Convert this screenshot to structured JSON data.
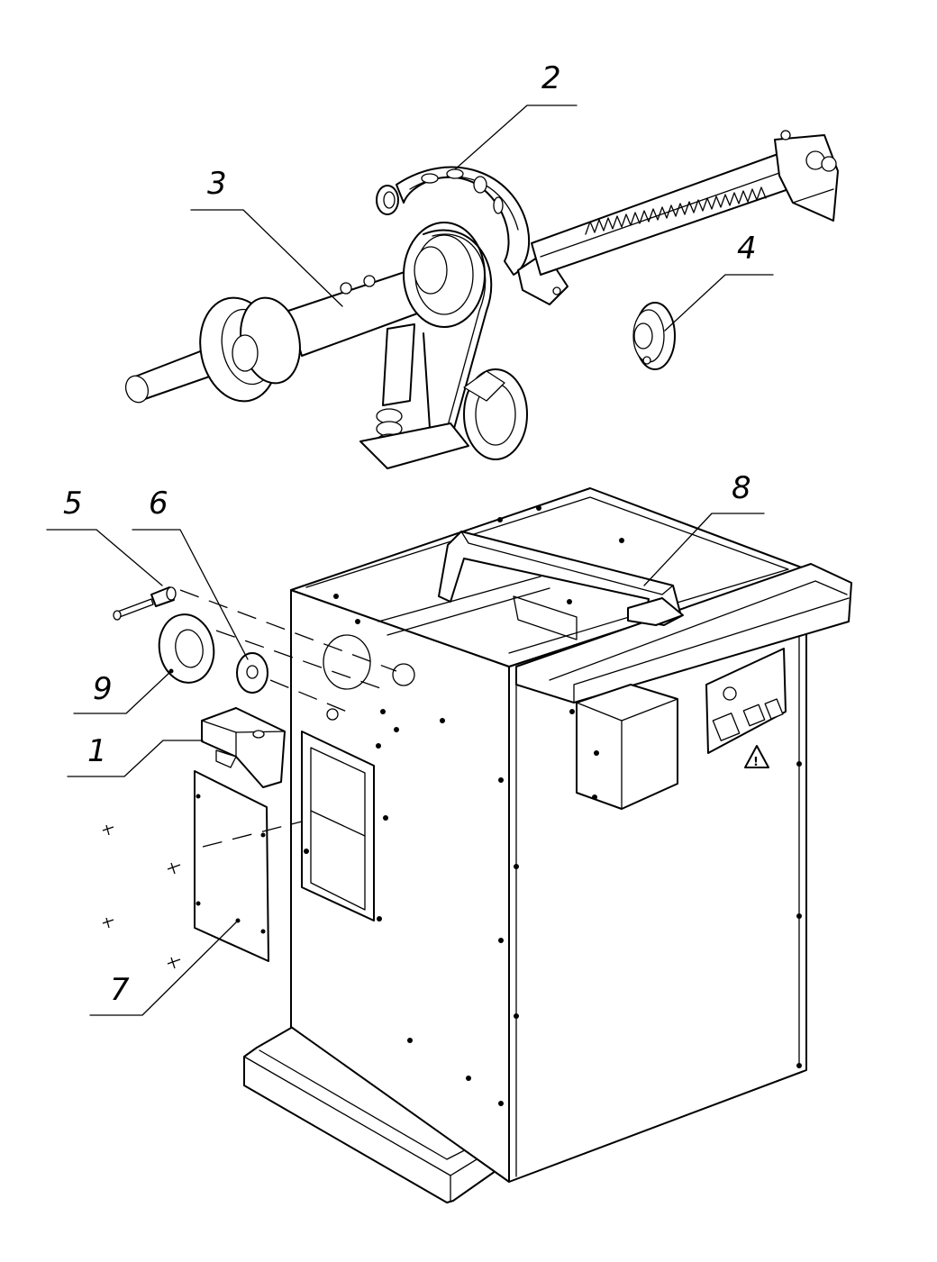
{
  "diagram": {
    "type": "exploded-assembly-drawing",
    "callouts": [
      {
        "id": "1",
        "label": "1"
      },
      {
        "id": "2",
        "label": "2"
      },
      {
        "id": "3",
        "label": "3"
      },
      {
        "id": "4",
        "label": "4"
      },
      {
        "id": "5",
        "label": "5"
      },
      {
        "id": "6",
        "label": "6"
      },
      {
        "id": "7",
        "label": "7"
      },
      {
        "id": "8",
        "label": "8"
      },
      {
        "id": "9",
        "label": "9"
      }
    ]
  },
  "colors": {
    "stroke": "#000000",
    "background": "#ffffff"
  }
}
